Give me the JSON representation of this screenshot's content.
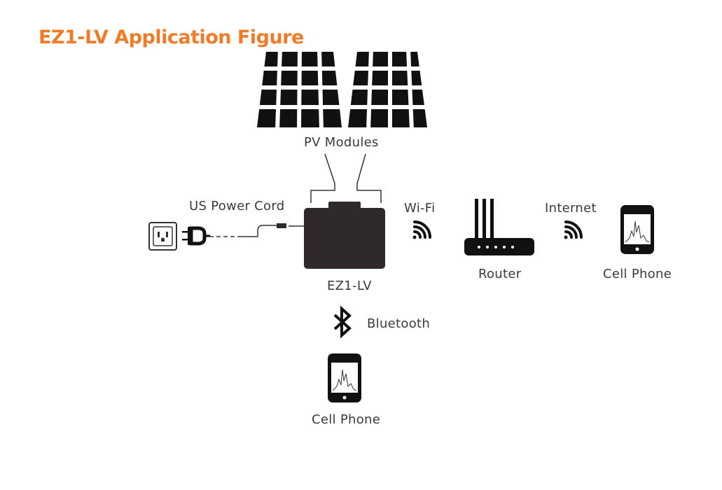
{
  "title": "EZ1-LV Application Figure",
  "labels": {
    "pv_modules": "PV Modules",
    "us_power_cord": "US Power Cord",
    "wifi": "Wi-Fi",
    "internet": "Internet",
    "router": "Router",
    "cell_phone_right": "Cell Phone",
    "ez1lv": "EZ1-LV",
    "bluetooth": "Bluetooth",
    "cell_phone_bottom": "Cell Phone"
  },
  "colors": {
    "accent": "#f07c2a",
    "device": "#2f2a29",
    "icon": "#111111",
    "text": "#3a3a3a"
  },
  "icons": [
    "solar-panel-icon",
    "outlet-icon",
    "plug-icon",
    "wifi-icon",
    "router-icon",
    "phone-icon",
    "bluetooth-icon"
  ]
}
